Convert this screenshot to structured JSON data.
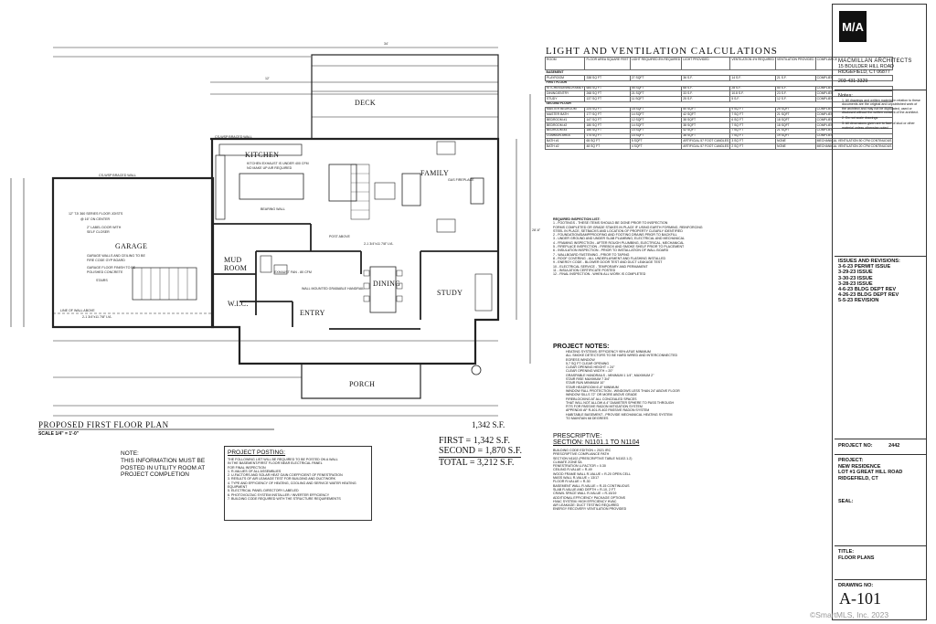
{
  "firm": {
    "name": "MACMILLAN ARCHITECTS",
    "address1": "15 BOULDER HILL ROAD",
    "address2": "RIDGEFIELD, CT 06877",
    "phone": "203-431-3329",
    "logo_text": "M/A"
  },
  "notes": {
    "heading": "Notes:",
    "items": [
      "1. All drawings and written material in relation to these documents are the original and unpublished work of the architect and may not be duplicated, used or disclosed without the written consent of the architect.",
      "2. Do not scale drawings",
      "3. All dimensions given are to face of stud or other material unless otherwise noted"
    ]
  },
  "revisions": {
    "heading": "ISSUES AND REVISIONS:",
    "items": [
      "3-6-23 PERMIT ISSUE",
      "3-29-23 ISSUE",
      "3-30-23 ISSUE",
      "3-28-23 ISSUE",
      "4-6-23 BLDG DEPT REV",
      "4-26-23 BLDG DEPT REV",
      "5-5-23 REVISION"
    ]
  },
  "project_no": {
    "label": "PROJECT NO:",
    "value": "2442"
  },
  "project": {
    "label": "PROJECT:",
    "lines": [
      "NEW RESIDENCE",
      "LOT #1 GREAT HILL ROAD",
      "RIDGEFIELD, CT"
    ]
  },
  "seal": {
    "label": "SEAL:"
  },
  "title": {
    "label": "TITLE:",
    "value": "FLOOR PLANS"
  },
  "drawing_no": {
    "label": "DRAWING NO:",
    "value": "A-101"
  },
  "watermark": "©SmartMLS, Inc. 2023",
  "plan": {
    "title": "PROPOSED FIRST FLOOR PLAN",
    "scale": "SCALE 1/4\" = 1'-0\"",
    "area": "1,342 S.F.",
    "rooms": {
      "kitchen": "KITCHEN",
      "deck": "DECK",
      "family": "FAMILY",
      "garage": "GARAGE",
      "mud": "MUD",
      "mud2": "ROOM",
      "dining": "DINING",
      "study": "STUDY",
      "wic": "W.I.C.",
      "entry": "ENTRY",
      "porch": "PORCH"
    },
    "labels": {
      "kitchen_exhaust": "KITCHEN EXHAUST IS UNDER 400 CFM",
      "kitchen_exhaust2": "NO MAKE UP AIR REQUIRED",
      "bearing_wall": "BEARING WALL",
      "fireplace": "GAS FIREPLACE",
      "gas_vent": "VENT - 80 CFM",
      "garage_note1": "GARAGE WALLS AND CEILING TO BE",
      "garage_note2": "FIRE CODE GYP BOARD",
      "garage_note3": "GARAGE FLOOR FINISH TO BE",
      "garage_note4": "POLISHED CONCRETE",
      "stairs": "STAIRS",
      "wall_above": "LINE OF WALL ABOVE",
      "exhaust": "EXHAUST FAN - 80 CFM",
      "joists": "12\" TJI 360 SERIES FLOOR JOISTS",
      "joists2": "@ 16\" ON CENTER",
      "door_note": "2\" LABEL DOOR WITH",
      "door_note2": "SELF CLOSER",
      "wall_mounted": "WALL MOUNTED GRABABLE HANDRAIL",
      "post": "POST ABOVE",
      "braced": "CS-WSP BRACED WALL",
      "lvl": "2-1 3/4\"x11 7/8\" LVL",
      "dims_top": "34'",
      "dims_mid": "12'",
      "dims_side": "28'-6\""
    }
  },
  "areas": {
    "first": "FIRST = 1,342 S.F.",
    "second": "SECOND = 1,870 S.F.",
    "total": "TOTAL = 3,212 S.F."
  },
  "note_box": {
    "heading": "NOTE:",
    "lines": [
      "THIS INFORMATION MUST BE",
      "POSTED IN UTILITY ROOM AT",
      "PROJECT COMPLETION"
    ]
  },
  "project_posting": {
    "heading": "PROJECT POSTING:",
    "lines": [
      "THE FOLLOWING LIST WILL BE REQUIRED TO BE POSTED ON A WALL",
      "IN THE BASEMENT/FIRST FLOOR NEAR ELECTRICAL PANEL",
      "FOR FINAL INSPECTION",
      "1. R-VALUES OF ALL ASSEMBLIES",
      "2. U-FACTORS AND SOLAR HEAT GAIN COEFFICIENT OF FENESTRATION",
      "3. RESULTS OF AIR LEAKAGE TEST FOR BUILDING AND DUCTWORK",
      "4. TYPE AND EFFICIENCY OF HEATING, COOLING AND SERVICE WATER HEATING EQUIPMENT",
      "5. ELECTRICAL PANEL DIRECTORY LABELED",
      "6. PHOTOVOLTAIC SYSTEM INSTALLER / INVERTER EFFICIENCY",
      "7. BUILDING CODE REQUIRED WITH THE STRUCTURE REQUIREMENTS"
    ]
  },
  "light_vent": {
    "title": "LIGHT AND VENTILATION CALCULATIONS",
    "headers": [
      "ROOM",
      "FLOOR AREA SQUARE FEET",
      "LIGHT REQUIRED 8% REQUIRED",
      "LIGHT PROVIDED",
      "VENTILATION 4% REQUIRED",
      "VENTILATION PROVIDED",
      "COMPLIANCE"
    ],
    "sections": [
      {
        "name": "BASEMENT",
        "rows": [
          [
            "PLAYROOM",
            "338 SQ FT",
            "27 SQFT",
            "36 S.F.",
            "14 S.F.",
            "21 S.F.",
            "COMPLIES"
          ]
        ]
      },
      {
        "name": "FIRST FLOOR",
        "rows": [
          [
            "KITCHEN/DINING/FAMILY",
            "684 SQ FT",
            "55 SQFT",
            "68 S.F.",
            "28 S.F.",
            "50 S.F.",
            "COMPLIES"
          ],
          [
            "DINING/ENTRY",
            "268 SQ FT",
            "21 SQFT",
            "33 S.F.",
            "10.8 S.F.",
            "23 S.F.",
            "COMPLIES"
          ],
          [
            "STUDY",
            "137 SQ FT",
            "11 SQFT",
            "25 S.F.",
            "5 S.F.",
            "12 S.F.",
            "COMPLIES"
          ]
        ]
      },
      {
        "name": "SECOND FLOOR",
        "rows": [
          [
            "MASTER BEDROOM",
            "224 SQ FT",
            "18 SQFT",
            "50 SQFT",
            "9 SQ FT",
            "25 SQFT",
            "COMPLIES"
          ],
          [
            "MASTER BATH",
            "177 SQ FT",
            "14 SQFT",
            "42 SQFT",
            "7 SQ FT",
            "21 SQFT",
            "COMPLIES"
          ],
          [
            "BEDROOM #1",
            "147 SQ FT",
            "12 SQFT",
            "38 SQFT",
            "6 SQ FT",
            "18 SQFT",
            "COMPLIES"
          ],
          [
            "BEDROOM #2",
            "180 SQ FT",
            "14 SQFT",
            "38 SQFT",
            "7 SQ FT",
            "18 SQFT",
            "COMPLIES"
          ],
          [
            "BEDROOM #3",
            "180 SQ FT",
            "14 SQFT",
            "42 SQFT",
            "7 SQ FT",
            "21 SQFT",
            "COMPLIES"
          ],
          [
            "COMMON AREA",
            "174 SQ FT",
            "14 SQFT",
            "38 SQFT",
            "7 SQ FT",
            "19 SQFT",
            "COMPLIES"
          ],
          [
            "BATH #1",
            "65 SQ FT",
            "5 SQFT",
            "ARTIFICIAL 57 FOOT CANDLES",
            "3 SQ FT",
            "NONE",
            "MECHANICAL VENTILATION 50 CFM CONTINUOUS"
          ],
          [
            "BATH #2",
            "48 SQ FT",
            "4 SQFT",
            "ARTIFICIAL 57 FOOT CANDLES",
            "2 SQ FT",
            "NONE",
            "MECHANICAL VENTILATION 20 CFM CONTINUOUS"
          ]
        ]
      }
    ]
  },
  "inspection": {
    "heading": "REQUIRED INSPECTION LIST:",
    "lines": [
      "1 - FOOTINGS - THESE ITEMS SHOULD BE DONE PRIOR TO INSPECTION",
      "FORMS COMPLETED OR GRADE STAKES IN PLACE IF USING EARTH FORMING, REINFORCING",
      "STEEL IN PLACE, SETBACKS AND LOCATION OF PROPERTY CLEARLY IDENTIFIED",
      "2 - FOUNDATION/DAMPPROOFING AND FOOTING DRAINS PRIOR TO BACKFILL",
      "3 - UNDER GROUND AND UNDER SLAB PLUMBING, ELECTRICAL AND MECHANICAL",
      "4 - FRAMING INSPECTION - AFTER ROUGH PLUMBING, ELECTRICAL, MECHANICAL",
      "5 - FIREPLACE INSPECTION - FIREBOX AND SMOKE SHELF PRIOR TO PLACEMENT",
      "6 - INSULATION INSPECTION - PRIOR TO INSTALLATION OF WALL BOARD",
      "7 - WALLBOARD FASTENING - PRIOR TO TAPING",
      "8 - ROOF COVERING - ALL UNDERLAYMENT AND FLASHING INSTALLED",
      "9 - ENERGY CODE - BLOWER DOOR TEST AND DUCT LEAKAGE TEST",
      "10 - ELECTRICAL SERVICE - TEMPORARY AND PERMANENT",
      "11 - INSULATION CERTIFICATE POSTED",
      "12 - FINAL INSPECTION - WHEN ALL WORK IS COMPLETED"
    ]
  },
  "project_notes": {
    "heading": "PROJECT NOTES:",
    "lines": [
      "HEATING SYSTEMS: EFFICIENCY 95% AFUE MINIMUM",
      "ALL SMOKE DETECTORS TO BE HARD WIRED AND INTERCONNECTED",
      "EGRESS WINDOW",
      "5.7 SQ FT CLEAR OPENING",
      "CLEAR OPENING HEIGHT = 24\"",
      "CLEAR OPENING WIDTH = 20\"",
      "GRASPABLE HANDRAILS - MINIMUM 1 1/4\", MAXIMUM 2\"",
      "STAIR RISE MAXIMUM 7 3/4\"",
      "STAIR RUN MINIMUM 10\"",
      "STAIR HEADROOM 6'-8\" MINIMUM",
      "WINDOW FALL PROTECTION - WINDOWS LESS THAN 24\" ABOVE FLOOR",
      "WINDOW SILLS 72\" OR MORE ABOVE GRADE",
      "FIREBLOCKING AT ALL CONCEALED SPACES",
      "THAT WILL NOT ALLOW A 4\" DIAMETER SPHERE TO PASS THROUGH",
      "FITS FOR PASSIVE RADON MITIGATION SYSTEM",
      "APPENDIX AF R-401-R-402 PASSIVE RADON SYSTEM",
      "HABITABLE BASEMENT - PROVIDE MECHANICAL HEATING SYSTEM",
      "TO MAINTAIN 68 DEGREES"
    ]
  },
  "prescriptive": {
    "heading1": "PRESCRIPTIVE:",
    "heading2": "SECTION: N1101.1 TO N1104",
    "lines": [
      "BUILDING CODE EDITION = 2021 IRC",
      "PRESCRIPTIVE COMPLIANCE PATH",
      "SECTION N1102 (PRESCRIPTIVE TABLE N1102.1.2)",
      "CLIMATE ZONE 5A",
      "FENESTRATION U-FACTOR = 0.30",
      "CEILING R-VALUE = R-49",
      "WOOD FRAME WALL R-VALUE = R-20 OPEN CELL",
      "MASS WALL R-VALUE = 13/17",
      "FLOOR R-VALUE = R-30",
      "BASEMENT WALL R-VALUE = R-15 CONTINUOUS",
      "SLAB R-VALUE AND DEPTH = R-10, 2 FT",
      "CRAWL SPACE WALL R-VALUE = R-15/19",
      "ADDITIONAL EFFICIENCY PACKAGE OPTIONS",
      "HVAC SYSTEM: HIGH EFFICIENCY HVAC",
      "AIR LEAKAGE: DUCT TESTING REQUIRED",
      "ENERGY RECOVERY VENTILATION PROVIDED"
    ]
  }
}
